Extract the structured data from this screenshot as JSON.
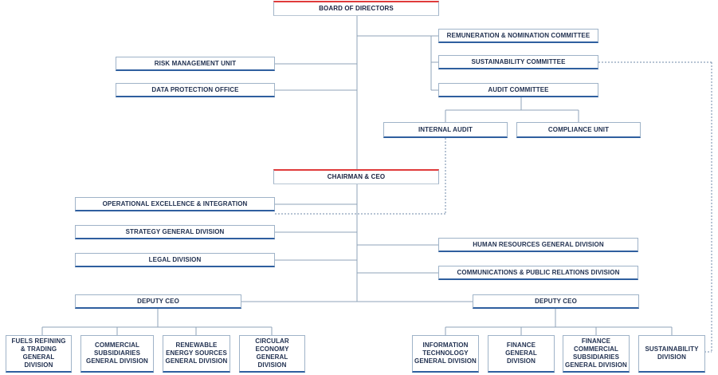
{
  "nodes": {
    "board": "BOARD OF DIRECTORS",
    "remuneration": "REMUNERATION & NOMINATION COMMITTEE",
    "sustainability_committee": "SUSTAINABILITY COMMITTEE",
    "risk": "RISK MANAGEMENT UNIT",
    "data_protection": "DATA PROTECTION OFFICE",
    "audit_committee": "AUDIT COMMITTEE",
    "internal_audit": "INTERNAL AUDIT",
    "compliance": "COMPLIANCE UNIT",
    "chairman": "CHAIRMAN & CEO",
    "operational": "OPERATIONAL  EXCELLENCE & INTEGRATION",
    "strategy": "STRATEGY GENERAL DIVISION",
    "legal": "LEGAL DIVISION",
    "hr": "HUMAN RESOURCES GENERAL DIVISION",
    "communications": "COMMUNICATIONS & PUBLIC RELATIONS DIVISION",
    "deputy_left": "DEPUTY CEO",
    "deputy_right": "DEPUTY CEO",
    "fuels": "FUELS REFINING\n& TRADING\nGENERAL DIVISION",
    "commercial": "COMMERCIAL\nSUBSIDIARIES\nGENERAL DIVISION",
    "renewable": "RENEWABLE\nENERGY SOURCES\nGENERAL DIVISION",
    "circular": "CIRCULAR\nECONOMY\nGENERAL DIVISION",
    "it": "INFORMATION\nTECHNOLOGY\nGENERAL DIVISION",
    "finance": "FINANCE GENERAL\nDIVISION",
    "finance_commercial": "FINANCE\nCOMMERCIAL\nSUBSIDIARIES\nGENERAL DIVISION",
    "sustainability_division": "SUSTAINABILITY\nDIVISION"
  },
  "colors": {
    "accent_red": "#e03b3b",
    "accent_blue": "#2f5f9f",
    "connector": "#8fa3b8",
    "text": "#1f2f4f"
  }
}
